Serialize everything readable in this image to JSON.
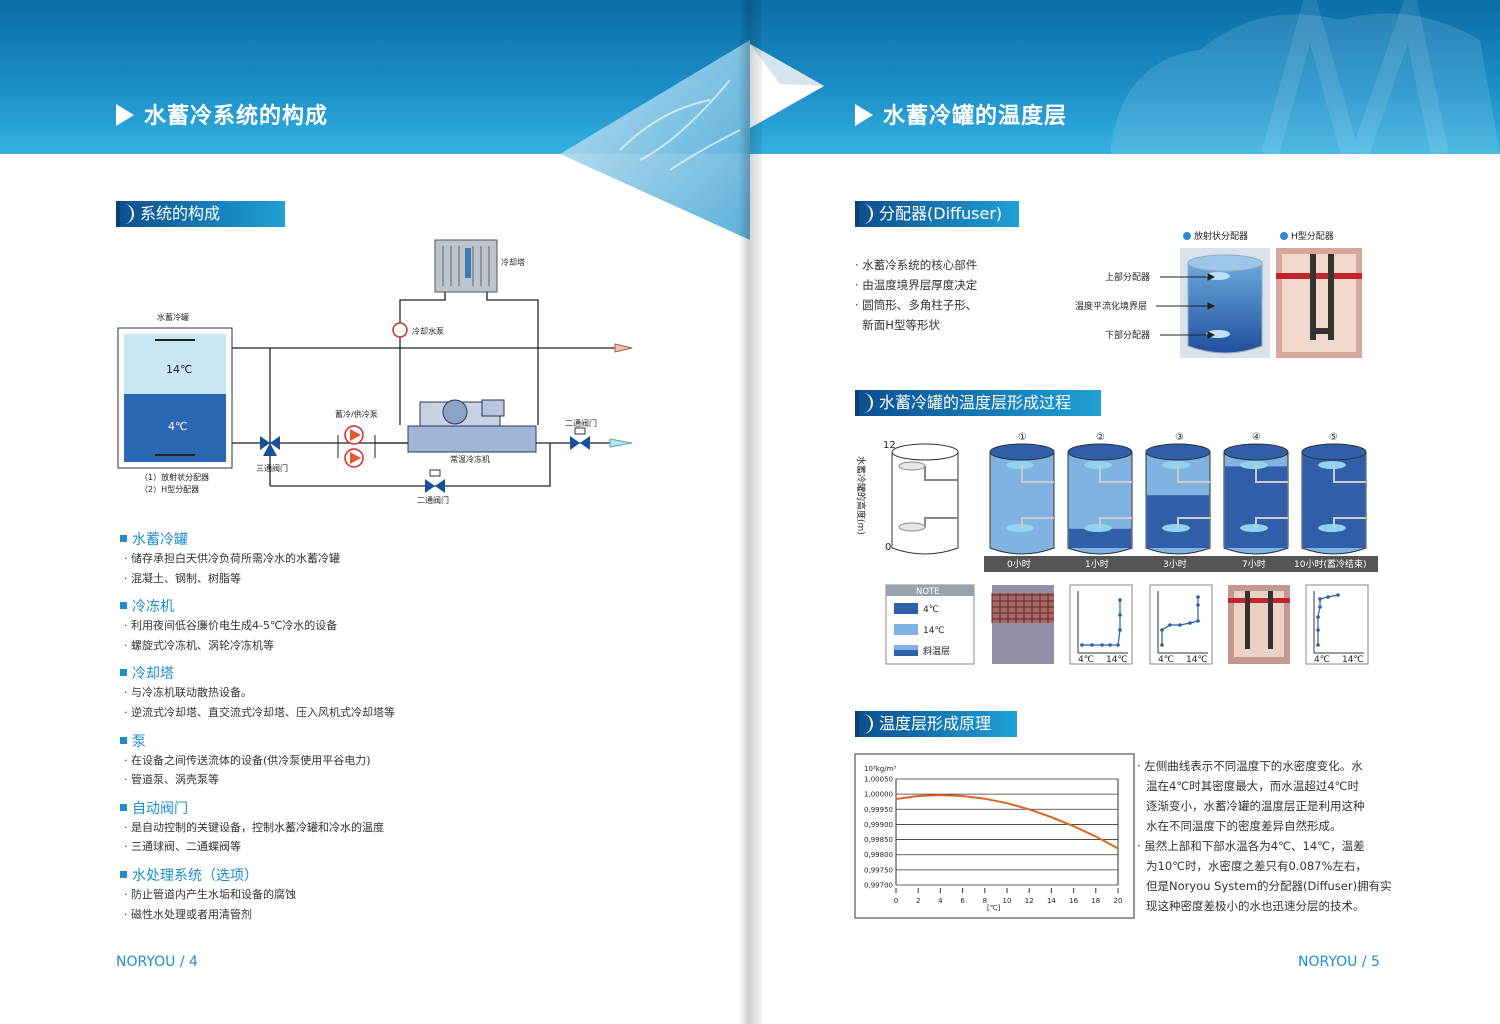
{
  "left": {
    "header": "水蓄冷系统的构成",
    "section": "系统的构成",
    "diagram": {
      "cooling_tower": "冷却塔",
      "cooling_pump": "冷却水泵",
      "tank_title": "水蓄冷罐",
      "temp_top": "14℃",
      "temp_bottom": "4℃",
      "distributor_1": "（1）放射状分配器",
      "distributor_2": "（2）H型分配器",
      "three_way": "三通阀门",
      "pump": "蓄冷/供冷泵",
      "chiller": "常温冷冻机",
      "two_way_1": "二通阀门",
      "two_way_2": "二通阀门"
    },
    "items": [
      {
        "title": "水蓄冷罐",
        "lines": [
          "· 储存承担白天供冷负荷所需冷水的水蓄冷罐",
          "· 混凝土、钢制、树脂等"
        ]
      },
      {
        "title": "冷冻机",
        "lines": [
          "· 利用夜间低谷廉价电生成4-5℃冷水的设备",
          "· 螺旋式冷冻机、涡轮冷冻机等"
        ]
      },
      {
        "title": "冷却塔",
        "lines": [
          "· 与冷冻机联动散热设备。",
          "· 逆流式冷却塔、直交流式冷却塔、压入风机式冷却塔等"
        ]
      },
      {
        "title": "泵",
        "lines": [
          "· 在设备之间传送流体的设备(供冷泵使用平谷电力)",
          "· 管道泵、涡壳泵等"
        ]
      },
      {
        "title": "自动阀门",
        "lines": [
          "· 是自动控制的关键设备，控制水蓄冷罐和冷水的温度",
          "· 三通球阀、二通蝶阀等"
        ]
      },
      {
        "title": "水处理系统（选项）",
        "lines": [
          "· 防止管道内产生水垢和设备的腐蚀",
          "· 磁性水处理或者用清管剂"
        ]
      }
    ],
    "footer": "NORYOU / 4"
  },
  "right": {
    "header": "水蓄冷罐的温度层",
    "diffuser": {
      "section": "分配器(Diffuser)",
      "bullets": [
        "· 水蓄冷系统的核心部件",
        "· 由温度境界层厚度决定",
        "· 圆筒形、多角柱子形、",
        "  新面H型等形状"
      ],
      "legend_radial": "放射状分配器",
      "legend_h": "H型分配器",
      "upper": "上部分配器",
      "boundary": "温度平流化境界层",
      "lower": "下部分配器"
    },
    "process": {
      "section": "水蓄冷罐的温度层形成过程",
      "y_label": "水蓄冷罐的高度(m)",
      "y_max": "12",
      "y_min": "0",
      "tank_numbers": [
        "①",
        "②",
        "③",
        "④",
        "⑤"
      ],
      "times": [
        "0小时",
        "1小时",
        "3小时",
        "7小时",
        "10小时(蓄冷结束)"
      ],
      "note_title": "NOTE",
      "note_items": [
        "4℃",
        "14℃",
        "斜温层"
      ],
      "mini_axis_low": "4℃",
      "mini_axis_high": "14℃"
    },
    "principle": {
      "section": "温度层形成原理",
      "text": [
        "· 左侧曲线表示不同温度下的水密度变化。水",
        "温在4℃时其密度最大，而水温超过4℃时",
        "逐渐变小，水蓄冷罐的温度层正是利用这种",
        "水在不同温度下的密度差异自然形成。",
        "· 虽然上部和下部水温各为4℃、14℃，温差",
        "为10℃时，水密度之差只有0.087%左右，",
        "但是Noryou System的分配器(Diffuser)拥有实",
        "现这种密度差极小的水也迅速分层的技术。"
      ]
    },
    "footer": "NORYOU / 5"
  },
  "colors": {
    "accent": "#1e8ccd",
    "curve": "#e0641e",
    "water_dark": "#1f5fb4",
    "water_light": "#6fb7e6"
  },
  "chart_data": {
    "type": "line",
    "title": "",
    "ylabel": "10³kg/m³",
    "xlabel": "[℃]",
    "xlim": [
      0,
      20
    ],
    "ylim": [
      0.997,
      1.0005
    ],
    "x_ticks": [
      "0",
      "2",
      "4",
      "6",
      "8",
      "10",
      "12",
      "14",
      "16",
      "18",
      "20"
    ],
    "y_ticks": [
      "1,00050",
      "1,00000",
      "0,99950",
      "0,99900",
      "0,99850",
      "0,99800",
      "0,99750",
      "0,99700"
    ],
    "series": [
      {
        "x": [
          0,
          2,
          4,
          6,
          8,
          10,
          12,
          14,
          16,
          18,
          20
        ],
        "y": [
          0.99984,
          0.99994,
          0.99997,
          0.99994,
          0.99985,
          0.9997,
          0.9995,
          0.99924,
          0.99894,
          0.9986,
          0.99821
        ]
      }
    ],
    "grid": true
  }
}
